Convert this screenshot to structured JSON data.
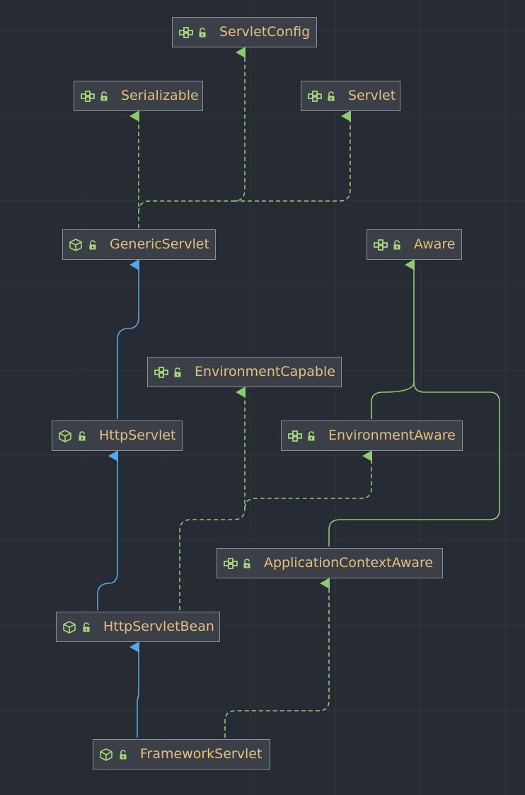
{
  "nodes": {
    "servlet_config": {
      "label": "ServletConfig",
      "kind": "interface",
      "kind_icon": "interface-icon",
      "access_icon": "public-lock-icon"
    },
    "serializable": {
      "label": "Serializable",
      "kind": "interface",
      "kind_icon": "interface-icon",
      "access_icon": "public-lock-icon"
    },
    "servlet": {
      "label": "Servlet",
      "kind": "interface",
      "kind_icon": "interface-icon",
      "access_icon": "public-lock-icon"
    },
    "generic_servlet": {
      "label": "GenericServlet",
      "kind": "class",
      "kind_icon": "class-icon",
      "access_icon": "public-lock-icon"
    },
    "aware": {
      "label": "Aware",
      "kind": "interface",
      "kind_icon": "interface-icon",
      "access_icon": "public-lock-icon"
    },
    "environment_capable": {
      "label": "EnvironmentCapable",
      "kind": "interface",
      "kind_icon": "interface-icon",
      "access_icon": "public-lock-icon"
    },
    "http_servlet": {
      "label": "HttpServlet",
      "kind": "class",
      "kind_icon": "class-icon",
      "access_icon": "public-lock-icon"
    },
    "environment_aware": {
      "label": "EnvironmentAware",
      "kind": "interface",
      "kind_icon": "interface-icon",
      "access_icon": "public-lock-icon"
    },
    "application_context_aware": {
      "label": "ApplicationContextAware",
      "kind": "interface",
      "kind_icon": "interface-icon",
      "access_icon": "public-lock-icon"
    },
    "http_servlet_bean": {
      "label": "HttpServletBean",
      "kind": "class",
      "kind_icon": "class-icon",
      "access_icon": "public-lock-icon"
    },
    "framework_servlet": {
      "label": "FrameworkServlet",
      "kind": "class",
      "kind_icon": "class-icon",
      "access_icon": "public-lock-icon"
    }
  },
  "relations": [
    {
      "from": "generic_servlet",
      "to": "serializable",
      "type": "implements"
    },
    {
      "from": "generic_servlet",
      "to": "servlet_config",
      "type": "implements"
    },
    {
      "from": "generic_servlet",
      "to": "servlet",
      "type": "implements"
    },
    {
      "from": "http_servlet",
      "to": "generic_servlet",
      "type": "extends"
    },
    {
      "from": "http_servlet_bean",
      "to": "http_servlet",
      "type": "extends"
    },
    {
      "from": "http_servlet_bean",
      "to": "environment_capable",
      "type": "implements"
    },
    {
      "from": "http_servlet_bean",
      "to": "environment_aware",
      "type": "implements"
    },
    {
      "from": "environment_aware",
      "to": "aware",
      "type": "extends"
    },
    {
      "from": "application_context_aware",
      "to": "aware",
      "type": "extends"
    },
    {
      "from": "framework_servlet",
      "to": "http_servlet_bean",
      "type": "extends"
    },
    {
      "from": "framework_servlet",
      "to": "application_context_aware",
      "type": "implements"
    }
  ],
  "colors": {
    "background": "#272b33",
    "node_fill": "#3b3f48",
    "node_border": "#8b8f96",
    "label": "#e6c07b",
    "icon": "#a6d87a",
    "class_extends_edge": "#56a7e8",
    "interface_edge": "#8ecb70"
  }
}
